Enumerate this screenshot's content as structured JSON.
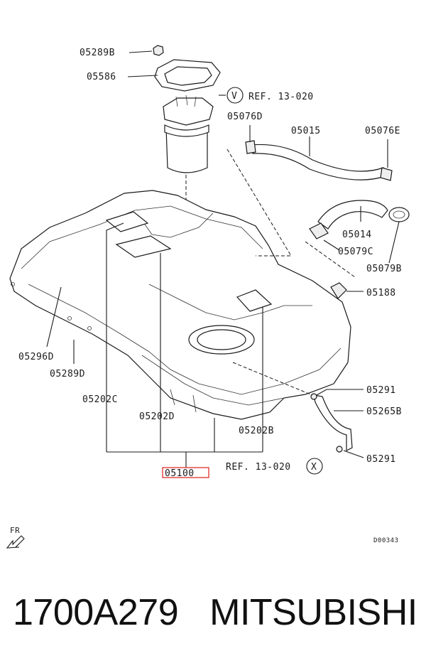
{
  "labels": {
    "p05289B": "05289B",
    "p05586": "05586",
    "ref_v": "REF. 13-020",
    "marker_v": "V",
    "p05076D": "05076D",
    "p05015": "05015",
    "p05076E": "05076E",
    "p05014": "05014",
    "p05079C": "05079C",
    "p05079B": "05079B",
    "p05188": "05188",
    "p05296D": "05296D",
    "p05289D": "05289D",
    "p05202C": "05202C",
    "p05202D": "05202D",
    "p05202B": "05202B",
    "p05291a": "05291",
    "p05265B": "05265B",
    "p05291b": "05291",
    "p05100": "05100",
    "ref_x": "REF. 13-020",
    "marker_x": "X",
    "fr": "FR",
    "diagram_code": "D00343"
  },
  "caption": {
    "part_number": "1700A279",
    "brand": "MITSUBISHI"
  },
  "colors": {
    "highlight": "#e0302a",
    "ink": "#1a1a1a"
  }
}
